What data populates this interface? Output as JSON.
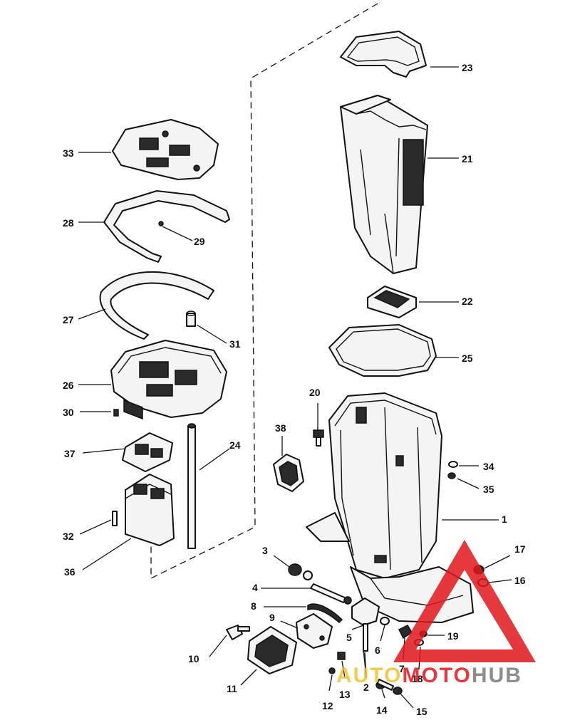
{
  "callouts": {
    "n1": "1",
    "n2": "2",
    "n3": "3",
    "n4": "4",
    "n5": "5",
    "n6": "6",
    "n7": "7",
    "n8": "8",
    "n9": "9",
    "n10": "10",
    "n11": "11",
    "n12": "12",
    "n13": "13",
    "n14": "14",
    "n15": "15",
    "n16": "16",
    "n17": "17",
    "n18": "18",
    "n19": "19",
    "n20": "20",
    "n21": "21",
    "n22": "22",
    "n23": "23",
    "n24": "24",
    "n25": "25",
    "n26": "26",
    "n27": "27",
    "n28": "28",
    "n29": "29",
    "n30": "30",
    "n31": "31",
    "n32": "32",
    "n33": "33",
    "n34": "34",
    "n35": "35",
    "n36": "36",
    "n37": "37",
    "n38": "38"
  },
  "watermark": {
    "part1": "AUTO",
    "part2": "MOTO",
    "part3": "HUB",
    "color_red": "#e0161c",
    "color_yellow": "#f2c230",
    "color_gray": "#7a7a7a"
  }
}
